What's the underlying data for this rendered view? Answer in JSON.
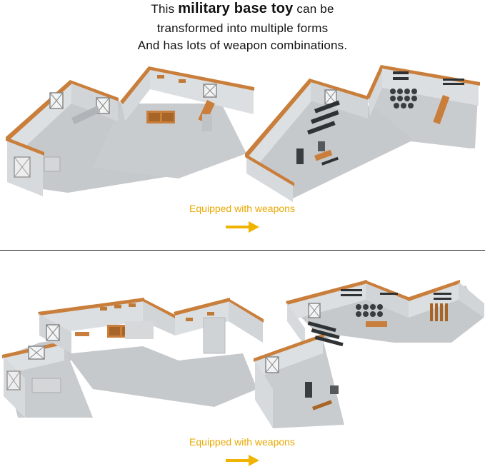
{
  "headline": {
    "line1_prefix": "This ",
    "line1_emphasis": "military base toy",
    "line1_suffix": " can be",
    "line2": "transformed into multiple forms",
    "line3": "And has lots of weapon combinations."
  },
  "captions": {
    "top": "Equipped with weapons",
    "bottom": "Equipped with weapons"
  },
  "colors": {
    "accent": "#f0b400",
    "wall": "#d9dcdf",
    "floor": "#c4c7ca",
    "trim": "#c97f3b",
    "divider": "#1a1a1a"
  },
  "icons": {
    "arrow": "arrow-right-icon"
  }
}
